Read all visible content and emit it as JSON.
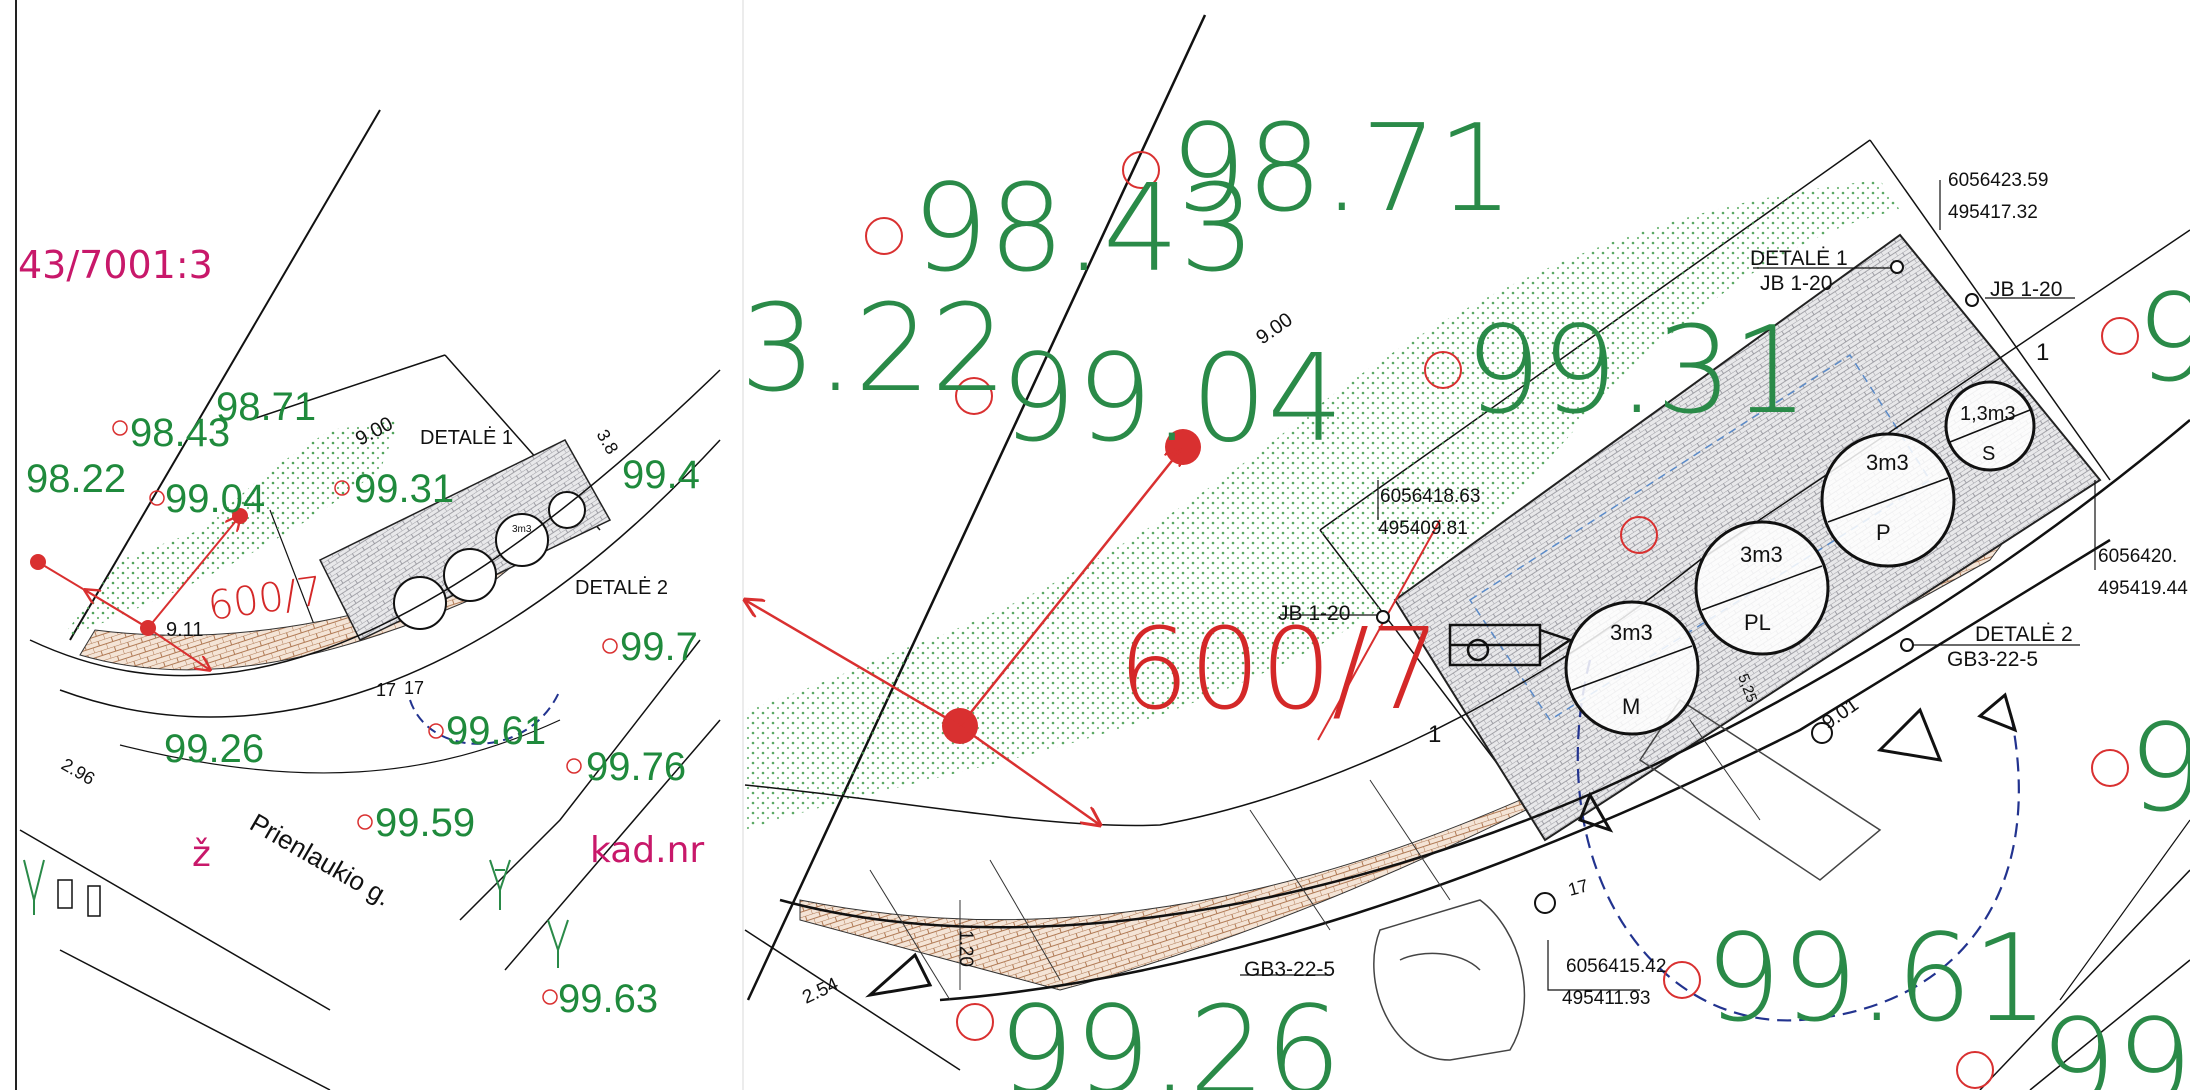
{
  "colors": {
    "elevation": "#1f8a3c",
    "cadastral": "#c8186a",
    "marker": "#d93030",
    "line": "#111111",
    "paving": "#b07a55",
    "grass": "#3f9a4a",
    "blue_dash": "#22338f"
  },
  "left": {
    "cadastral_number": "43/7001:3",
    "cadastral_label": "kad.nr",
    "letter": "ž",
    "street": "Prienlaukio g.",
    "plot_number": "600/7",
    "detail_1": "DETALĖ 1",
    "detail_2": "DETALĖ 2",
    "elevations": {
      "e1": "98.71",
      "e2": "98.43",
      "e3": "98.22",
      "e4": "99.04",
      "e5": "99.31",
      "e6": "99.4",
      "e7": "99.7",
      "e8": "99.26",
      "e9": "99.61",
      "e10": "99.76",
      "e11": "99.59",
      "e12": "99.63"
    },
    "dimensions": {
      "d1": "9.00",
      "d2": "3.8",
      "d3": "9.11",
      "d4": "2.96",
      "d5": "17",
      "d6": "17"
    }
  },
  "right": {
    "plot_number": "600/7",
    "elevations": {
      "e1": "98.71",
      "e2": "98.43",
      "e3": "3.22",
      "e4": "99.04",
      "e5": "99.31",
      "e6": "99.26",
      "e7": "99.61",
      "e8": "9",
      "e9": "9",
      "e10": "99"
    },
    "coordinates": {
      "c1x": "6056423.59",
      "c1y": "495417.32",
      "c2x": "6056418.63",
      "c2y": "495409.81",
      "c3x": "6056420.",
      "c3y": "495419.44",
      "c4x": "6056415.42",
      "c4y": "495411.93"
    },
    "labels": {
      "detail_1": "DETALĖ 1",
      "jb_a": "JB 1-20",
      "jb_b": "JB 1-20",
      "jb_c": "JB 1-20",
      "detail_2": "DETALĖ 2",
      "gb_a": "GB3-22-5",
      "gb_b": "GB3-22-5"
    },
    "dimensions": {
      "d1": "9.00",
      "d2": "9.01",
      "d3": "1.20",
      "d4": "2.54",
      "d5": "1",
      "d6": "1",
      "d7": "17",
      "d8": "5,25"
    },
    "tanks": [
      {
        "volume": "3m3",
        "letter": "M"
      },
      {
        "volume": "3m3",
        "letter": "PL"
      },
      {
        "volume": "3m3",
        "letter": "P"
      },
      {
        "volume": "1,3m3",
        "letter": "S"
      }
    ]
  }
}
